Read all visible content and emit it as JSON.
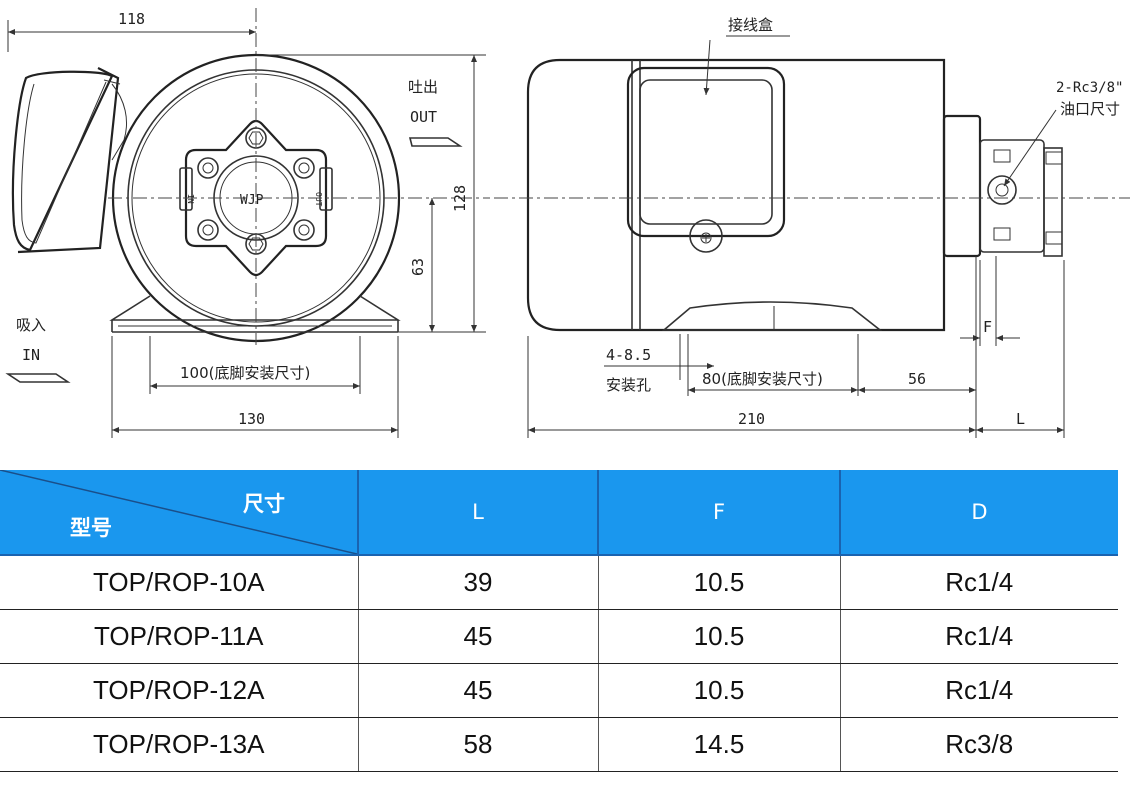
{
  "drawing": {
    "dims": {
      "w118": "118",
      "h128": "128",
      "h63": "63",
      "w100": "100(底脚安装尺寸)",
      "w130": "130",
      "hole": "4-8.5",
      "hole_label": "安装孔",
      "w80": "80(底脚安装尺寸)",
      "w56": "56",
      "w210": "210",
      "dim_L": "L",
      "dim_F": "F"
    },
    "labels": {
      "out_cn": "吐出",
      "out_en": "OUT",
      "in_cn": "吸入",
      "in_en": "IN",
      "junction_box": "接线盒",
      "port_spec": "2-Rc3/8\"",
      "port_label": "油口尺寸",
      "pump_brand": "WJP",
      "side_in": "IN",
      "side_out": "OUT"
    }
  },
  "table": {
    "corner": {
      "size": "尺寸",
      "model": "型号"
    },
    "columns": [
      "L",
      "F",
      "D"
    ],
    "rows": [
      {
        "model": "TOP/ROP-10A",
        "L": "39",
        "F": "10.5",
        "D": "Rc1/4"
      },
      {
        "model": "TOP/ROP-11A",
        "L": "45",
        "F": "10.5",
        "D": "Rc1/4"
      },
      {
        "model": "TOP/ROP-12A",
        "L": "45",
        "F": "10.5",
        "D": "Rc1/4"
      },
      {
        "model": "TOP/ROP-13A",
        "L": "58",
        "F": "14.5",
        "D": "Rc3/8"
      }
    ]
  }
}
